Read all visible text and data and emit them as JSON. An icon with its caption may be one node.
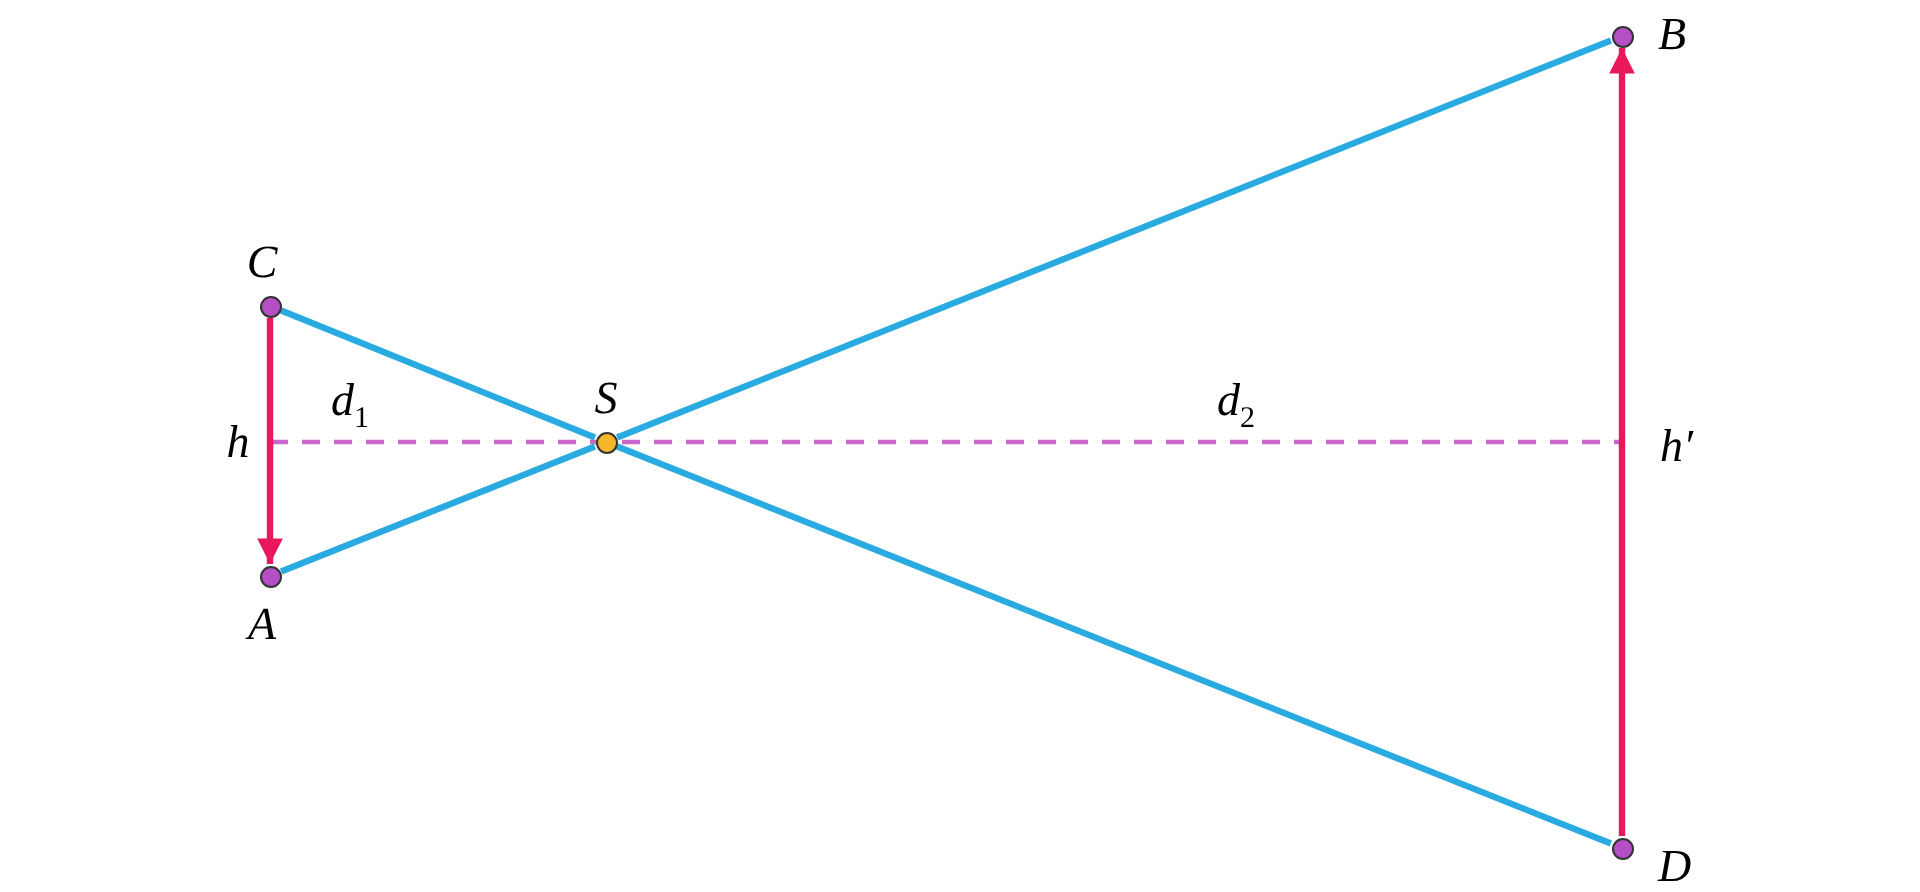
{
  "diagram": {
    "nodes": [
      {
        "text": [],
        "shape": "circle",
        "beside": [
          "C"
        ]
      },
      {
        "text": [],
        "shape": "circle",
        "beside": [
          "A"
        ]
      },
      {
        "text": [],
        "shape": "circle",
        "beside": [
          "S"
        ]
      },
      {
        "text": [],
        "shape": "circle",
        "beside": [
          "B"
        ]
      },
      {
        "text": [],
        "shape": "circle",
        "beside": [
          "D"
        ]
      }
    ],
    "edges": [
      {
        "from": 0,
        "to": 2,
        "arrow": "none"
      },
      {
        "from": 2,
        "to": 4,
        "arrow": "none"
      },
      {
        "from": 1,
        "to": 2,
        "arrow": "none"
      },
      {
        "from": 2,
        "to": 3,
        "arrow": "none"
      },
      {
        "from": 0,
        "to": 1,
        "arrow": "to",
        "color": "#e8185a"
      },
      {
        "from": 4,
        "to": 3,
        "arrow": "to",
        "color": "#e8185a"
      }
    ],
    "labels": [
      "h",
      "*d*$_{1}$",
      "*d*$_{2}$",
      "h′"
    ]
  }
}
